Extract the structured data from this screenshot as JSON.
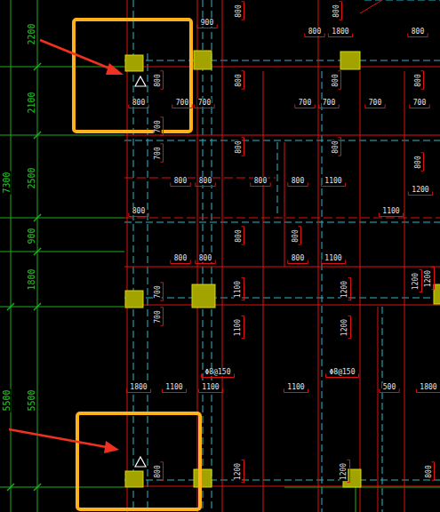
{
  "diagram": {
    "labels": [
      "2200",
      "2100",
      "7300",
      "2500",
      "900",
      "1800",
      "5500",
      "5500",
      "900",
      "800",
      "800",
      "800",
      "1800",
      "800",
      "800",
      "800",
      "800",
      "800",
      "800",
      "700",
      "700",
      "700",
      "700",
      "700",
      "700",
      "700",
      "800",
      "800",
      "700",
      "800",
      "800",
      "800",
      "800",
      "800",
      "1100",
      "1200",
      "800",
      "800",
      "800",
      "1100",
      "800",
      "800",
      "800",
      "1100",
      "1200",
      "1200",
      "1200",
      "700",
      "700",
      "1100",
      "1100",
      "1200",
      "Φ8@150",
      "Φ8@150",
      "1800",
      "1100",
      "1100",
      "1100",
      "500",
      "1800",
      "800",
      "1200",
      "1200",
      "800"
    ]
  }
}
